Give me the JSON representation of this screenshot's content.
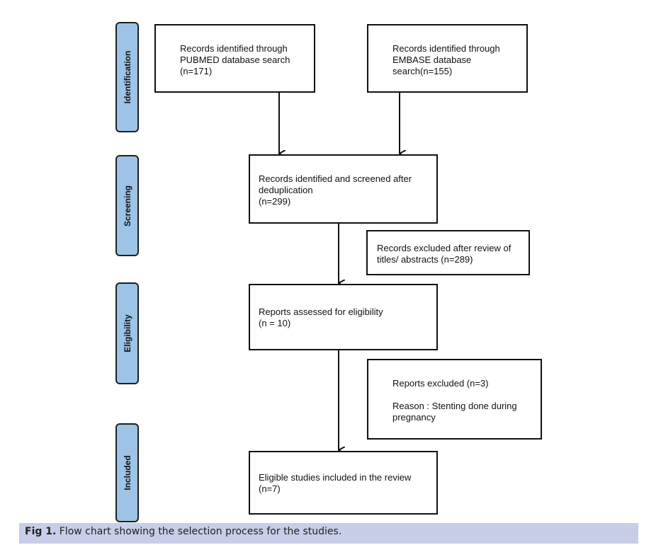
{
  "phases": {
    "identification": "Identification",
    "screening": "Screening",
    "eligibility": "Eligibility",
    "included": "Included"
  },
  "boxes": {
    "pubmed": "Records identified through\nPUBMED database search\n(n=171)",
    "embase": "Records identified through\nEMBASE database\nsearch(n=155)",
    "screened": "Records identified and screened after\ndeduplication\n(n=299)",
    "excluded_titles": "Records excluded after review of\ntitles/ abstracts (n=289)",
    "assessed": "Reports assessed for eligibility\n(n = 10)",
    "reports_excluded": "Reports excluded (n=3)\n\nReason : Stenting done during\npregnancy",
    "included": "Eligible studies included in the review\n(n=7)"
  },
  "caption": {
    "label": "Fig 1.",
    "text": " Flow chart showing the selection process for the studies."
  }
}
